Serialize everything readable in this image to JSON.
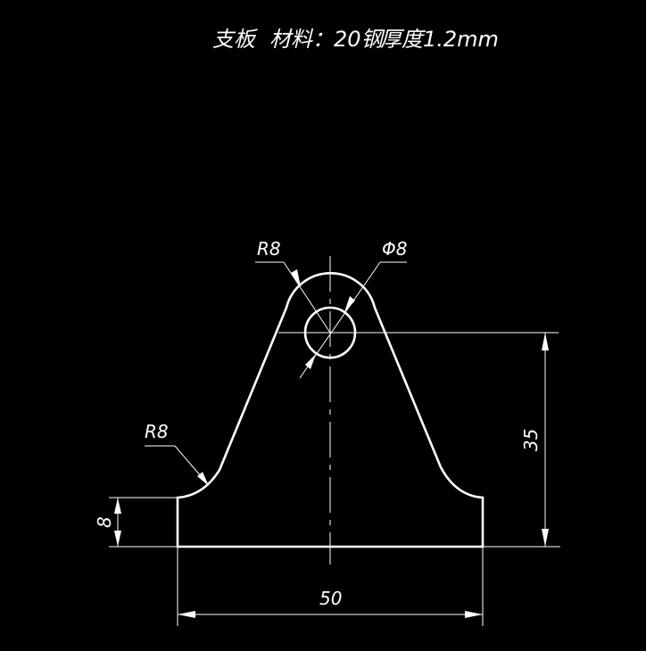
{
  "title": {
    "part": "支板",
    "material": "材料：20钢",
    "thickness": "厚度1.2mm"
  },
  "dimensions": {
    "radius_top": "R8",
    "hole_diameter": "Φ8",
    "radius_fillet": "R8",
    "height_base": "8",
    "height_center": "35",
    "width": "50"
  },
  "colors": {
    "background": "#000000",
    "lines": "#ffffff"
  }
}
